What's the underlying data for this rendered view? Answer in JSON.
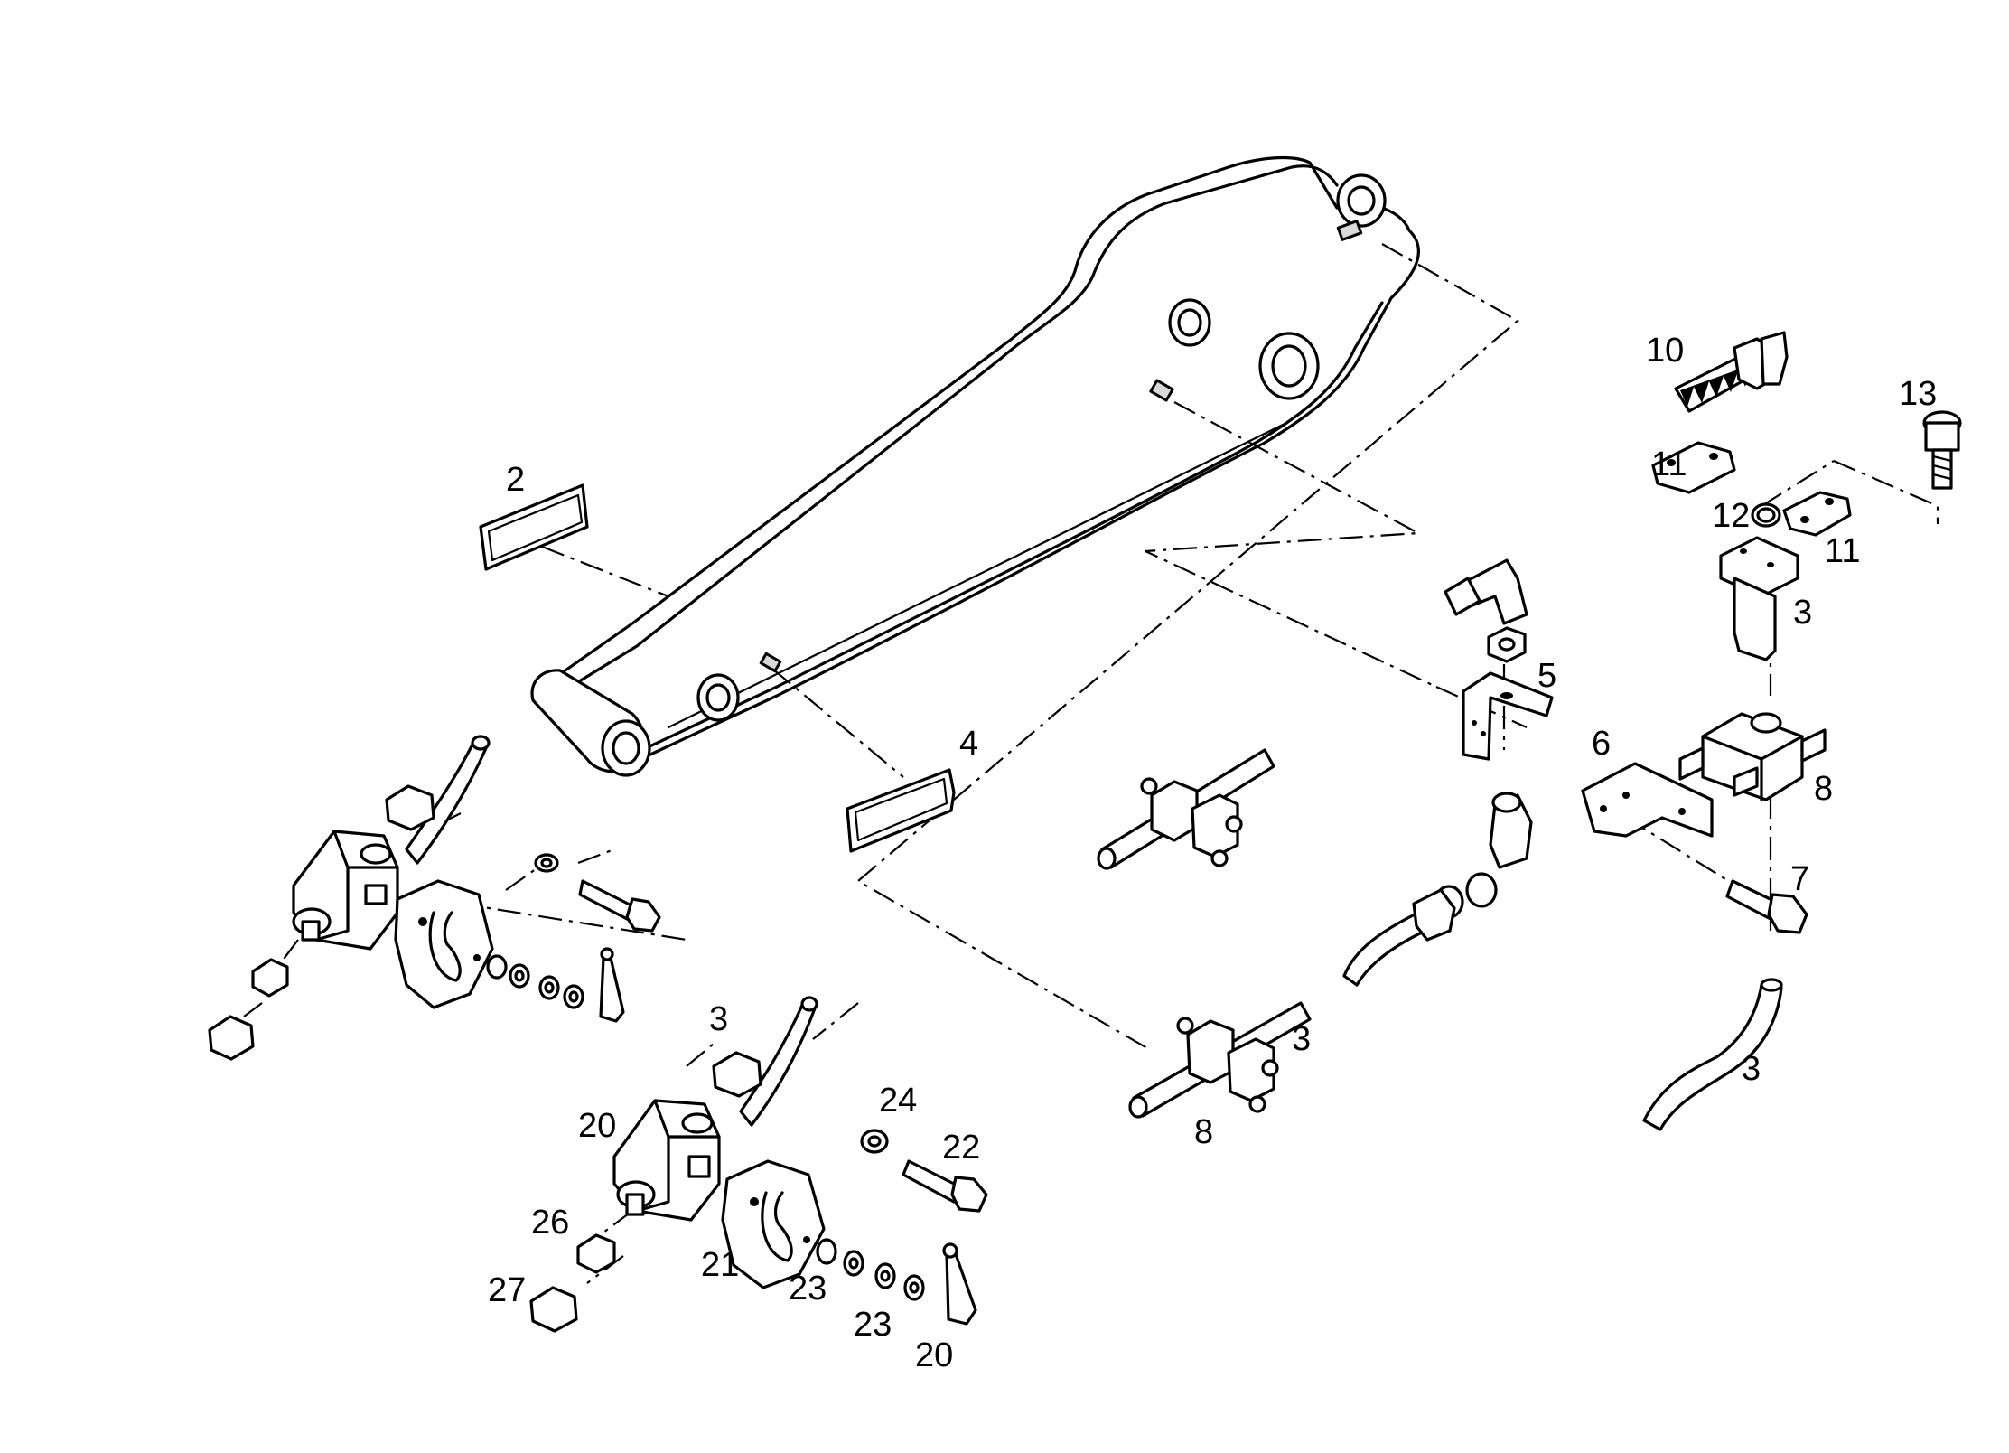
{
  "labels": {
    "l2": "2",
    "l4": "4",
    "l10": "10",
    "l11a": "11",
    "l11b": "11",
    "l12": "12",
    "l13": "13",
    "l3a": "3",
    "l5": "5",
    "l6": "6",
    "l8a": "8",
    "l7": "7",
    "l3b": "3",
    "l3c": "3",
    "l8b": "8",
    "l3d": "3",
    "l20a": "20",
    "l24": "24",
    "l22": "22",
    "l26": "26",
    "l21": "21",
    "l27": "27",
    "l23a": "23",
    "l23b": "23",
    "l20b": "20"
  }
}
